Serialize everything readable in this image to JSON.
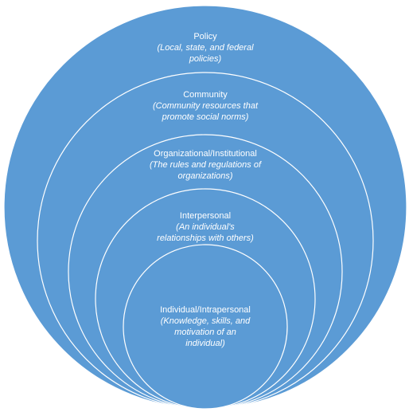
{
  "colors": {
    "fill": "#5b9bd5",
    "stroke": "#ffffff",
    "text": "#ffffff"
  },
  "layers": [
    {
      "title": "Policy",
      "description_lines": [
        "(Local, state, and federal",
        "policies)"
      ]
    },
    {
      "title": "Community",
      "description_lines": [
        "(Community resources that",
        "promote social norms)"
      ]
    },
    {
      "title": "Organizational/Institutional",
      "description_lines": [
        "(The rules and regulations of",
        "organizations)"
      ]
    },
    {
      "title": "Interpersonal",
      "description_lines": [
        "(An individual's",
        "relationships with others)"
      ]
    },
    {
      "title": "Individual/Intrapersonal",
      "description_lines": [
        "(Knowledge, skills, and",
        "motivation of an",
        "individual)"
      ]
    }
  ]
}
